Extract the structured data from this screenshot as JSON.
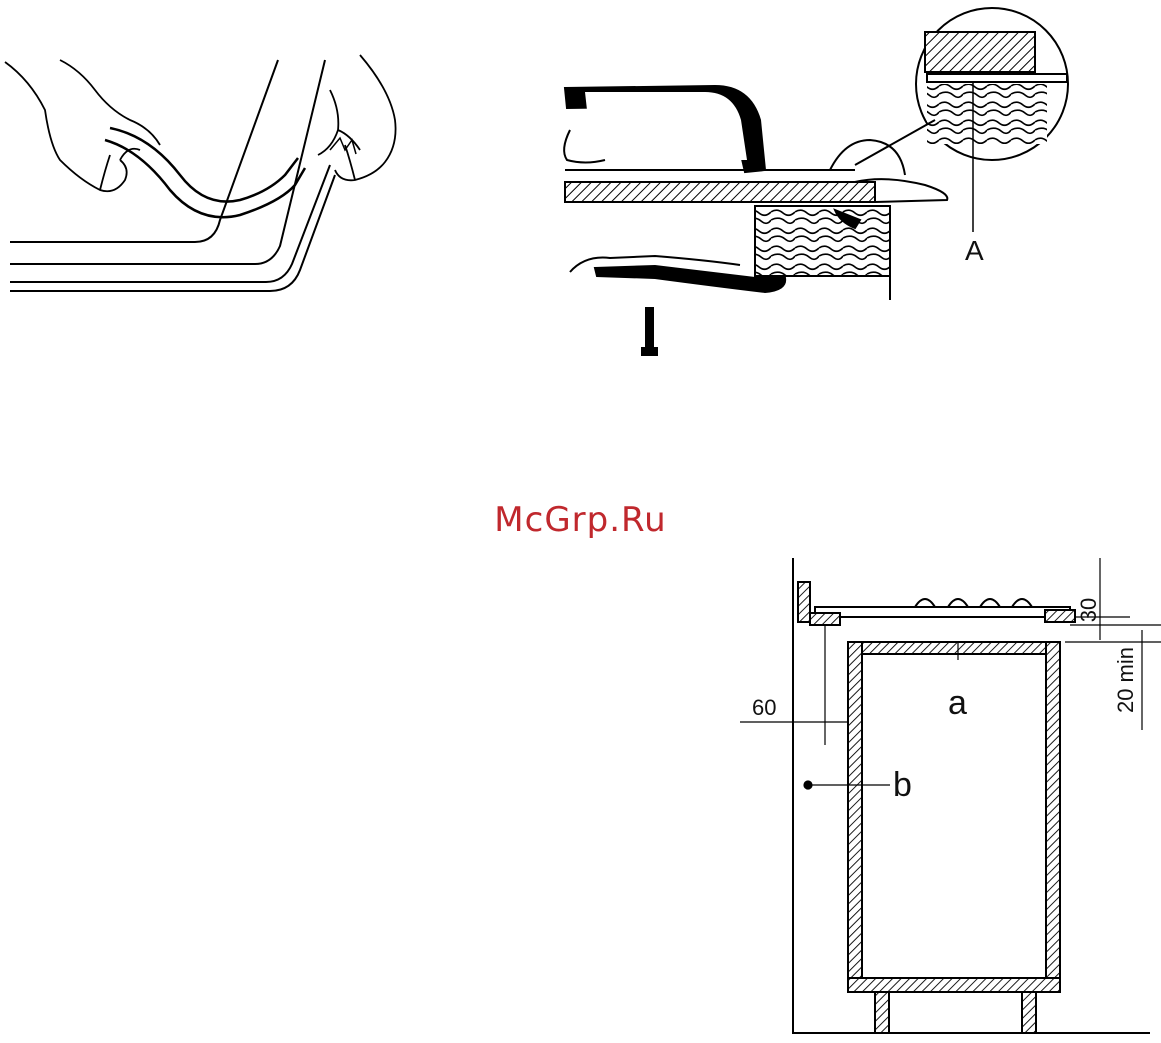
{
  "watermark": {
    "text": "McGrp.Ru",
    "color": "#c0282d"
  },
  "figures": {
    "clamp_detail": {
      "callout_label": "A"
    },
    "cabinet_section": {
      "dim_top": "30",
      "dim_gap": "20 min",
      "dim_side": "60",
      "label_a": "a",
      "label_b": "b"
    }
  }
}
